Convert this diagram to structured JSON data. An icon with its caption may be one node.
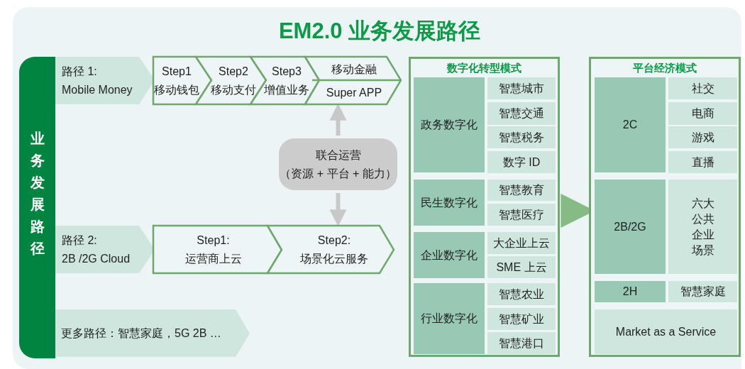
{
  "diagram": {
    "title": "EM2.0 业务发展路径",
    "nodes": [
      {
        "text": [
          "业务发展路径"
        ]
      },
      {
        "text": [
          "路径 1:",
          "Mobile Money"
        ]
      },
      {
        "text": [
          "Step1",
          "移动钱包"
        ]
      },
      {
        "text": [
          "Step2",
          "移动支付"
        ]
      },
      {
        "text": [
          "Step3",
          "增值业务"
        ]
      },
      {
        "text": [
          "移动金融",
          "Super APP"
        ]
      },
      {
        "text": [
          "联合运营",
          "（资源 + 平台 + 能力）"
        ]
      },
      {
        "text": [
          "路径 2:",
          "2B /2G Cloud"
        ]
      },
      {
        "text": [
          "Step1:",
          "运营商上云"
        ]
      },
      {
        "text": [
          "Step2:",
          "场景化云服务"
        ]
      },
      {
        "text": [
          "更多路径：智慧家庭，5G 2B …"
        ]
      },
      {
        "text": [
          "数字化转型模式"
        ]
      },
      {
        "text": [
          "政务数字化"
        ],
        "in": 11
      },
      {
        "text": [
          "智慧城市"
        ],
        "in": 11
      },
      {
        "text": [
          "智慧交通"
        ],
        "in": 11
      },
      {
        "text": [
          "智慧税务"
        ],
        "in": 11
      },
      {
        "text": [
          "数字 ID"
        ],
        "in": 11
      },
      {
        "text": [
          "民生数字化"
        ],
        "in": 11
      },
      {
        "text": [
          "智慧教育"
        ],
        "in": 11
      },
      {
        "text": [
          "智慧医疗"
        ],
        "in": 11
      },
      {
        "text": [
          "企业数字化"
        ],
        "in": 11
      },
      {
        "text": [
          "大企业上云"
        ],
        "in": 11
      },
      {
        "text": [
          "SME 上云"
        ],
        "in": 11
      },
      {
        "text": [
          "行业数字化"
        ],
        "in": 11
      },
      {
        "text": [
          "智慧农业"
        ],
        "in": 11
      },
      {
        "text": [
          "智慧矿业"
        ],
        "in": 11
      },
      {
        "text": [
          "智慧港口"
        ],
        "in": 11
      },
      {
        "text": [
          "平台经济模式"
        ]
      },
      {
        "text": [
          "2C"
        ],
        "in": 27
      },
      {
        "text": [
          "社交"
        ],
        "in": 27
      },
      {
        "text": [
          "电商"
        ],
        "in": 27
      },
      {
        "text": [
          "游戏"
        ],
        "in": 27
      },
      {
        "text": [
          "直播"
        ],
        "in": 27
      },
      {
        "text": [
          "2B/2G"
        ],
        "in": 27
      },
      {
        "text": [
          "六大公共企业场景"
        ],
        "in": 27
      },
      {
        "text": [
          "2H"
        ],
        "in": 27
      },
      {
        "text": [
          "智慧家庭"
        ],
        "in": 27
      },
      {
        "text": [
          "Market as a Service"
        ],
        "in": 27
      }
    ],
    "edges": [
      {
        "from": 6,
        "to": 5,
        "arrow": "to"
      },
      {
        "from": 6,
        "to": 9,
        "arrow": "to"
      },
      {
        "from": 11,
        "to": 27,
        "arrow": "to",
        "style": "thick",
        "color": "#86bb85"
      }
    ]
  }
}
